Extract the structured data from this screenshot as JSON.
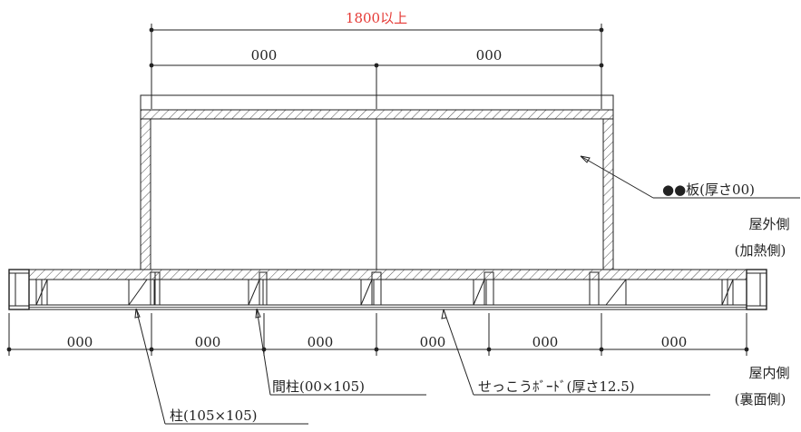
{
  "dimensions": {
    "overall": "1800以上",
    "top": [
      "000",
      "000"
    ],
    "bottom": [
      "000",
      "000",
      "000",
      "000",
      "000",
      "000"
    ]
  },
  "labels": {
    "board": "●●板(厚さ00)",
    "outdoor": "屋外側",
    "outdoor_sub": "(加熱側)",
    "indoor": "屋内側",
    "indoor_sub": "(裏面側)",
    "gypsum": "せっこうﾎﾞｰﾄﾞ(厚さ12.5)",
    "stud": "間柱(00×105)",
    "post": "柱(105×105)"
  },
  "colors": {
    "line": "#222222",
    "highlight": "#e53935"
  }
}
